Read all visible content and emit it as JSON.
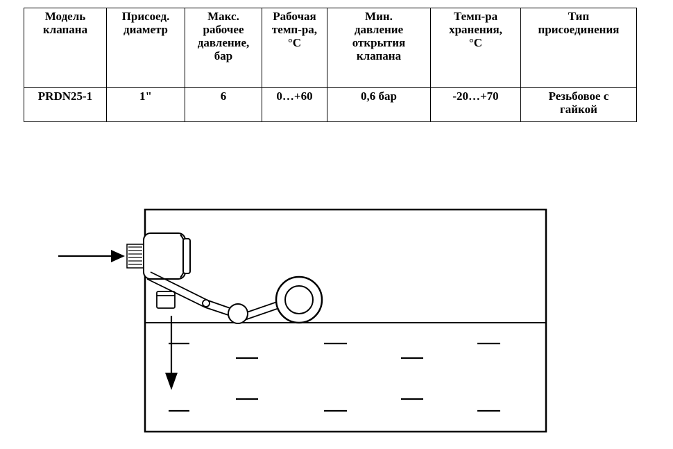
{
  "table": {
    "headers": [
      "Модель\nклапана",
      "Присоед.\nдиаметр",
      "Макс.\nрабочее\nдавление,\nбар",
      "Рабочая\nтемп-ра,\n°С",
      "Мин.\nдавление\nоткрытия\nклапана",
      "Темп-ра\nхранения,\n°С",
      "Тип\nприсоединения"
    ],
    "row": [
      "PRDN25-1",
      "1\"",
      "6",
      "0…+60",
      "0,6 бар",
      "-20…+70",
      "Резьбовое с\nгайкой"
    ]
  },
  "diagram": {
    "colors": {
      "line": "#000000",
      "fill": "#ffffff",
      "thread": "#333333"
    }
  }
}
